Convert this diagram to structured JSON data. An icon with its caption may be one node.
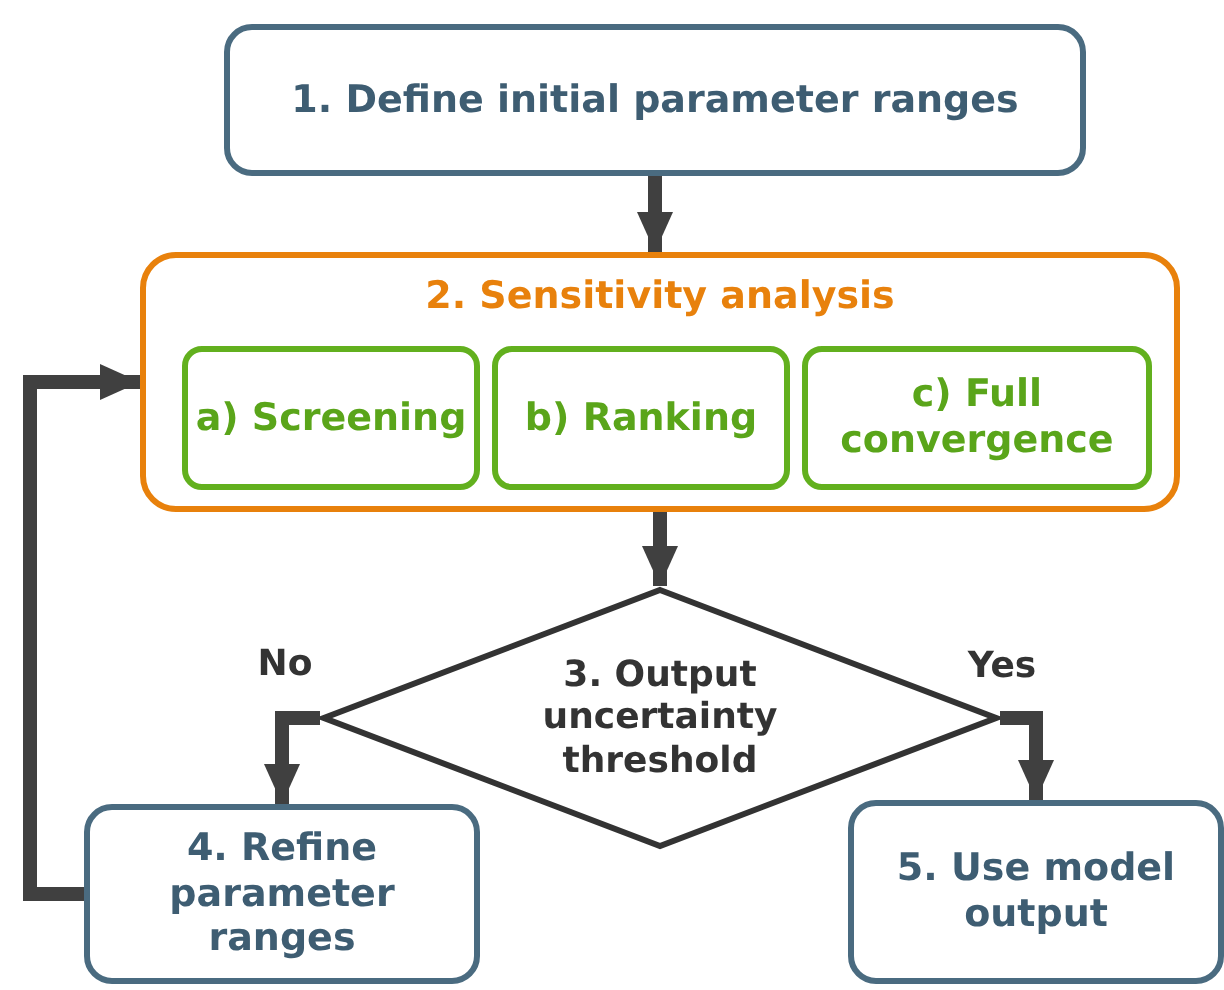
{
  "diagram": {
    "nodes": [
      {
        "text": [
          "1. Define initial parameter ranges"
        ]
      },
      {
        "text": [
          "2. Sensitivity analysis"
        ]
      },
      {
        "text": [
          "a) Screening"
        ],
        "in": 1
      },
      {
        "text": [
          "b) Ranking"
        ],
        "in": 1
      },
      {
        "text": [
          "c) Full convergence"
        ],
        "in": 1
      },
      {
        "text": [
          "3. Output uncertainty threshold"
        ]
      },
      {
        "text": [
          "4. Refine parameter ranges"
        ]
      },
      {
        "text": [
          "5. Use model output"
        ]
      }
    ],
    "edges": [
      {
        "from": 0,
        "to": 1,
        "arrow": "to"
      },
      {
        "from": 1,
        "to": 5,
        "arrow": "to"
      },
      {
        "from": 5,
        "to": 6,
        "label": "No",
        "arrow": "to"
      },
      {
        "from": 5,
        "to": 7,
        "label": "Yes",
        "arrow": "to"
      },
      {
        "from": 6,
        "to": 1,
        "arrow": "to"
      }
    ]
  }
}
